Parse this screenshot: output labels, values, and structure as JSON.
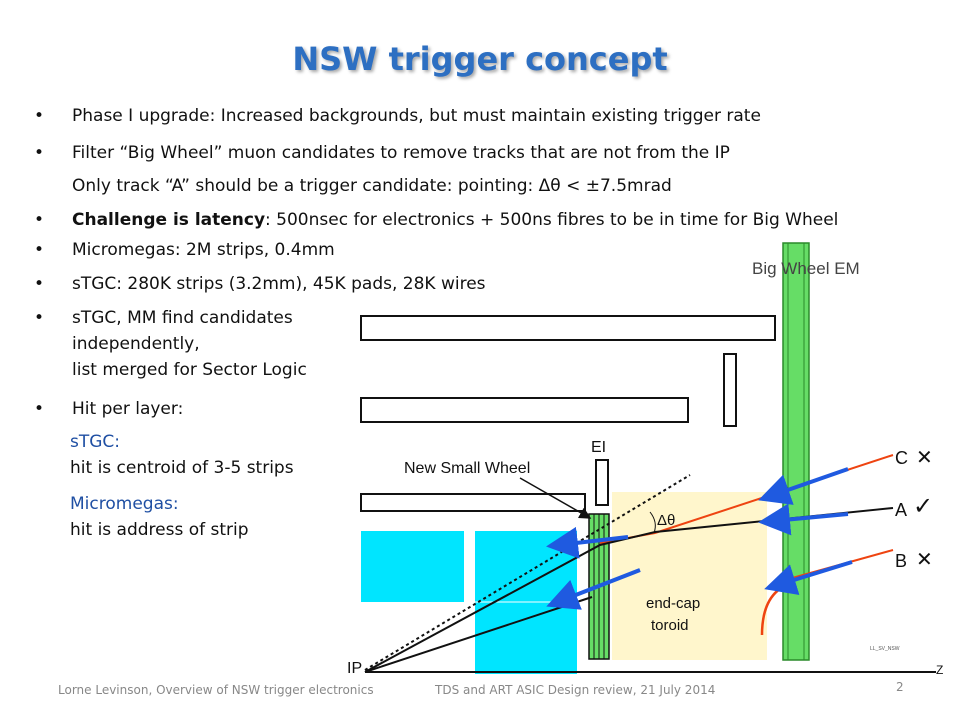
{
  "title": "NSW trigger concept",
  "bullets": {
    "b1": "Phase I upgrade: Increased backgrounds, but must maintain existing trigger rate",
    "b2": "Filter “Big Wheel” muon candidates to remove tracks that are not from the IP",
    "b2_sub": "Only track “A” should be a trigger candidate:  pointing: Δθ < ±7.5mrad",
    "b3_bold": "Challenge is latency",
    "b3_rest": ": 500nsec for electronics + 500ns fibres to be in time for Big Wheel",
    "b4": "Micromegas:  2M strips, 0.4mm",
    "b5": "sTGC:  280K strips (3.2mm), 45K pads, 28K wires",
    "b6_l1": "sTGC, MM find candidates",
    "b6_l2": "independently,",
    "b6_l3": "list merged for Sector Logic",
    "b7": "Hit per layer:"
  },
  "hits": {
    "stgc_label": "sTGC:",
    "stgc_text": "hit is centroid of 3-5 strips",
    "mm_label": "Micromegas:",
    "mm_text": "hit is address of strip"
  },
  "diagram": {
    "big_wheel_label": "Big Wheel EM",
    "ei_label": "EI",
    "nsw_label": "New Small Wheel",
    "dtheta_label": "Δθ",
    "toroid_l1": "end-cap",
    "toroid_l2": "toroid",
    "track_c": "C",
    "track_a": "A",
    "track_b": "B",
    "mark_c": "✕",
    "mark_a": "✓",
    "mark_b": "✕",
    "ip_label": "IP",
    "z_label": "Z",
    "small_tag": "LL_SV_NSW",
    "colors": {
      "green": "#66dd66",
      "cyan": "#00e5ff",
      "toroid": "#fff6cc",
      "track_red": "#ee4411",
      "arrow_blue": "#1f5ae0"
    }
  },
  "footer": {
    "left": "Lorne Levinson, Overview of NSW trigger electronics",
    "center": "TDS and ART ASIC Design review, 21 July 2014",
    "page": "2"
  }
}
